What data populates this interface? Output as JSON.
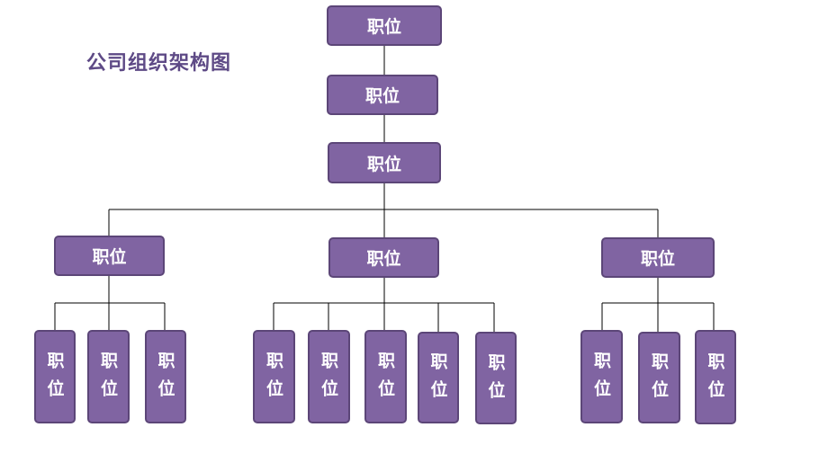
{
  "title": "公司组织架构图",
  "colors": {
    "node_fill": "#8064a2",
    "node_border": "#5c4678",
    "title_text": "#5e4a86",
    "line": "#000000"
  },
  "org": {
    "level1": "职位",
    "level2": "职位",
    "level3": "职位",
    "departments": [
      {
        "head": "职位",
        "members": [
          "职位",
          "职位",
          "职位"
        ]
      },
      {
        "head": "职位",
        "members": [
          "职位",
          "职位",
          "职位",
          "职位",
          "职位"
        ]
      },
      {
        "head": "职位",
        "members": [
          "职位",
          "职位",
          "职位"
        ]
      }
    ]
  }
}
